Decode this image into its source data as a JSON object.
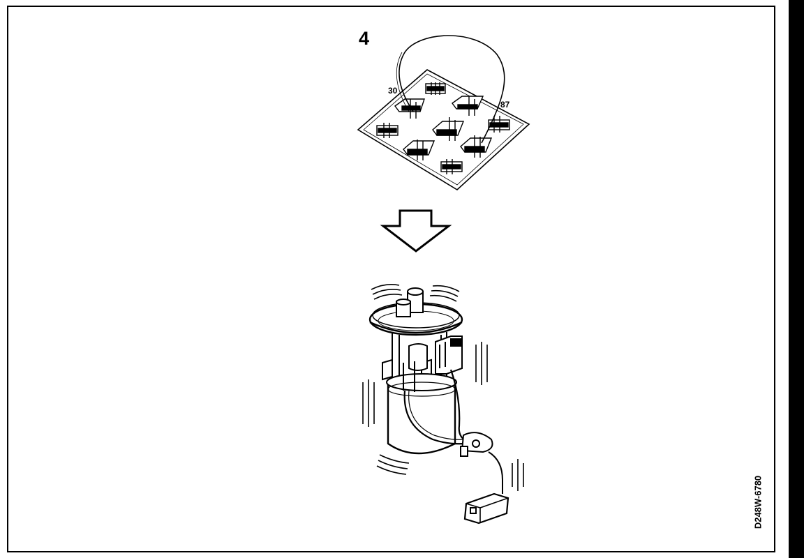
{
  "diagram": {
    "step_number": "4",
    "relay_terminal_labels": {
      "terminal_a": "30",
      "terminal_b": "87"
    },
    "reference_code": "D248W-6780"
  }
}
